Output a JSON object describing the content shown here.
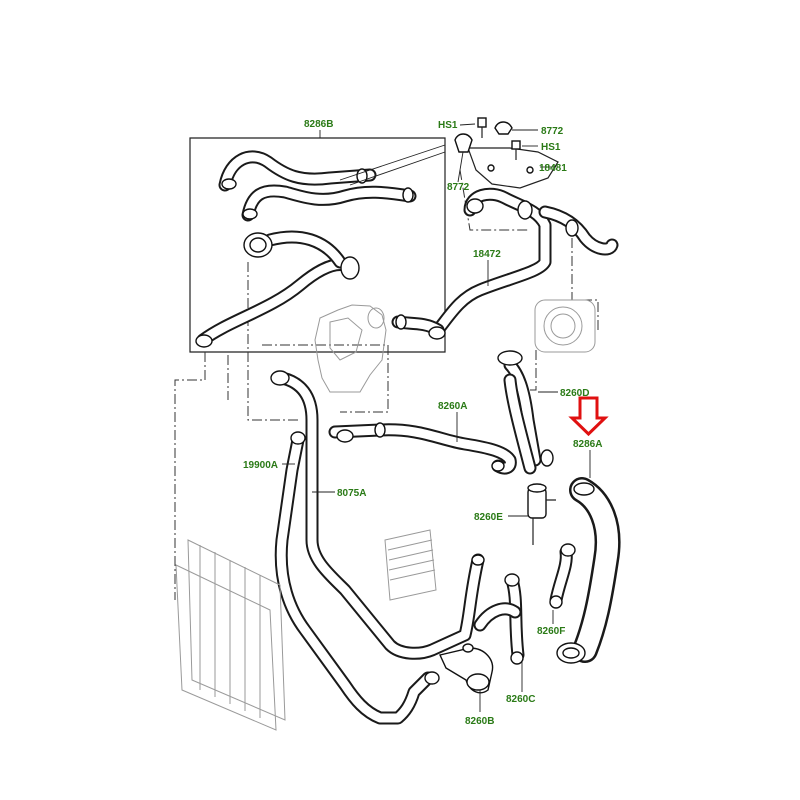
{
  "labels": {
    "l8286B": "8286B",
    "lHS1a": "HS1",
    "lHS1b": "HS1",
    "l8772a": "8772",
    "l8772b": "8772",
    "l18481": "18481",
    "l18472": "18472",
    "l8260D": "8260D",
    "l8286A": "8286A",
    "l8260A": "8260A",
    "l19900A": "19900A",
    "l8075A": "8075A",
    "l8260E": "8260E",
    "l8260F": "8260F",
    "l8260C": "8260C",
    "l8260B": "8260B"
  },
  "colors": {
    "label": "#2a7a16",
    "highlight_arrow": "#e01010",
    "line": "#1a1a1a"
  },
  "highlight": {
    "part": "8286A",
    "marker": "down-arrow"
  }
}
